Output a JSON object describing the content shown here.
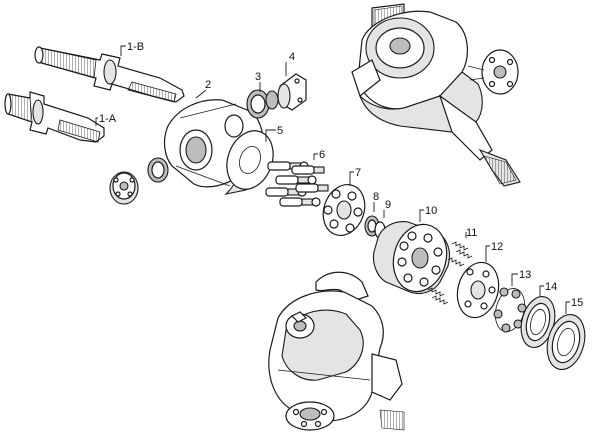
{
  "part_labels": {
    "p1a": "1-A",
    "p1b": "1-B",
    "p2": "2",
    "p3": "3",
    "p4": "4",
    "p5": "5",
    "p6": "6",
    "p7": "7",
    "p8": "8",
    "p9": "9",
    "p10": "10",
    "p11": "11",
    "p12": "12",
    "p13": "13",
    "p14": "14",
    "p15": "15"
  }
}
